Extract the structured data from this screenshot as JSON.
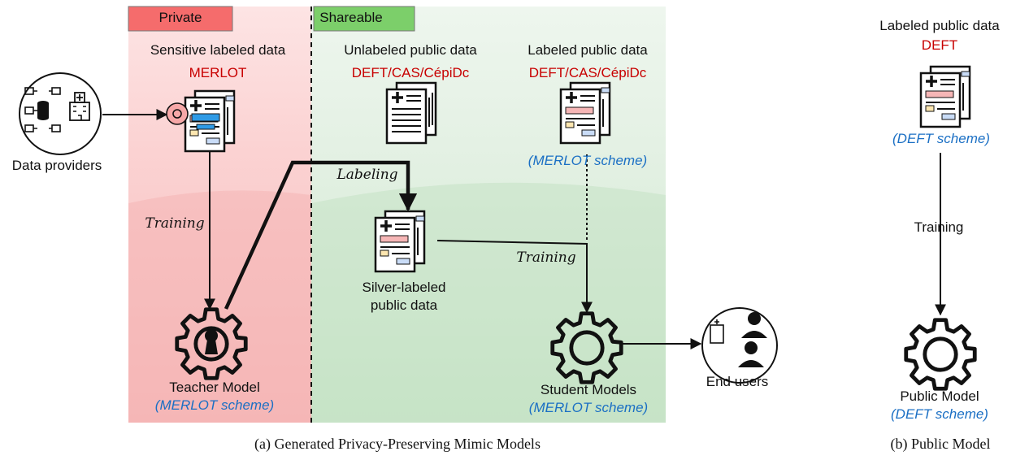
{
  "panel_a": {
    "private_tag": "Private",
    "shareable_tag": "Shareable",
    "sensitive_title": "Sensitive labeled data",
    "sensitive_source": "MERLOT",
    "unlabeled_title": "Unlabeled public data",
    "unlabeled_source": "DEFT/CAS/CépiDc",
    "labeled_title": "Labeled public data",
    "labeled_source": "DEFT/CAS/CépiDc",
    "labeled_scheme": "(MERLOT scheme)",
    "data_providers": "Data providers",
    "labeling": "Labeling",
    "training_teacher": "Training",
    "training_student": "Training",
    "silver_line1": "Silver-labeled",
    "silver_line2": "public data",
    "teacher_model": "Teacher Model",
    "teacher_scheme": "(MERLOT scheme)",
    "student_models": "Student Models",
    "student_scheme": "(MERLOT scheme)",
    "end_users": "End users",
    "caption": "(a) Generated Privacy-Preserving Mimic Models"
  },
  "panel_b": {
    "title": "Labeled public data",
    "source": "DEFT",
    "scheme": "(DEFT scheme)",
    "training": "Training",
    "public_model": "Public Model",
    "public_scheme": "(DEFT scheme)",
    "caption": "(b) Public Model"
  },
  "colors": {
    "private_bg": "#f6b9b9",
    "shareable_bg": "#cfe6cf",
    "private_tag": "#f56c6c",
    "shareable_tag": "#7ccf6a",
    "source_red": "#c80000",
    "scheme_blue": "#1a6fc4"
  },
  "icons": [
    "database-network-icon",
    "hospital-icon",
    "document-icon",
    "gear-lock-icon",
    "gear-icon",
    "doctor-icon"
  ]
}
